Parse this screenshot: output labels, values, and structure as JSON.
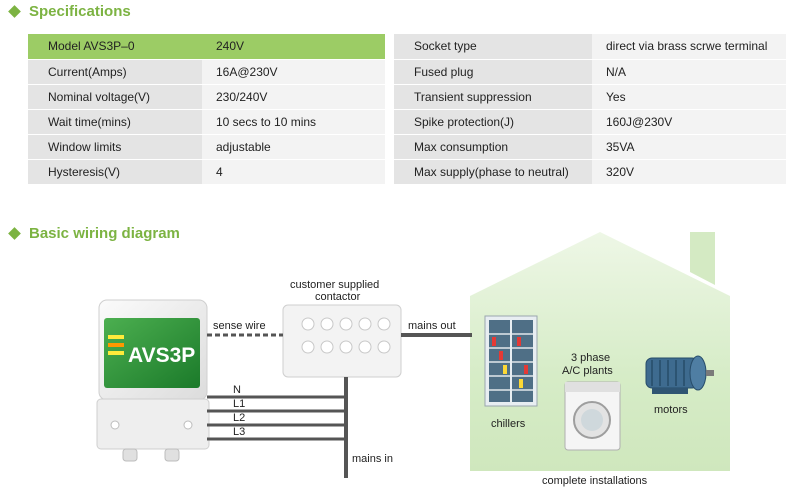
{
  "specifications": {
    "title": "Specifications",
    "left_rows": [
      {
        "label": "Model AVS3P–0",
        "value": "240V"
      },
      {
        "label": "Current(Amps)",
        "value": "16A@230V"
      },
      {
        "label": "Nominal voltage(V)",
        "value": "230/240V"
      },
      {
        "label": "Wait time(mins)",
        "value": "10 secs to 10 mins"
      },
      {
        "label": "Window limits",
        "value": "adjustable"
      },
      {
        "label": "Hysteresis(V)",
        "value": "4"
      }
    ],
    "right_rows": [
      {
        "label": "Socket type",
        "value": "direct via brass scrwe terminal"
      },
      {
        "label": "Fused plug",
        "value": "N/A"
      },
      {
        "label": "Transient suppression",
        "value": "Yes"
      },
      {
        "label": "Spike protection(J)",
        "value": "160J@230V"
      },
      {
        "label": "Max consumption",
        "value": "35VA"
      },
      {
        "label": "Max supply(phase to neutral)",
        "value": "320V"
      }
    ]
  },
  "wiring": {
    "title": "Basic wiring diagram",
    "device_label": "AVS3P",
    "contactor_label_line1": "customer supplied",
    "contactor_label_line2": "contactor",
    "sense_wire": "sense wire",
    "mains_out": "mains out",
    "mains_in": "mains in",
    "wires": [
      "N",
      "L1",
      "L2",
      "L3"
    ],
    "three_phase_line1": "3 phase",
    "three_phase_line2": "A/C plants",
    "chillers": "chillers",
    "motors": "motors",
    "complete_installations": "complete installations"
  },
  "colors": {
    "accent": "#7cb342",
    "highlight_row": "#9ccc65",
    "house_fill": "#d9eecd"
  }
}
